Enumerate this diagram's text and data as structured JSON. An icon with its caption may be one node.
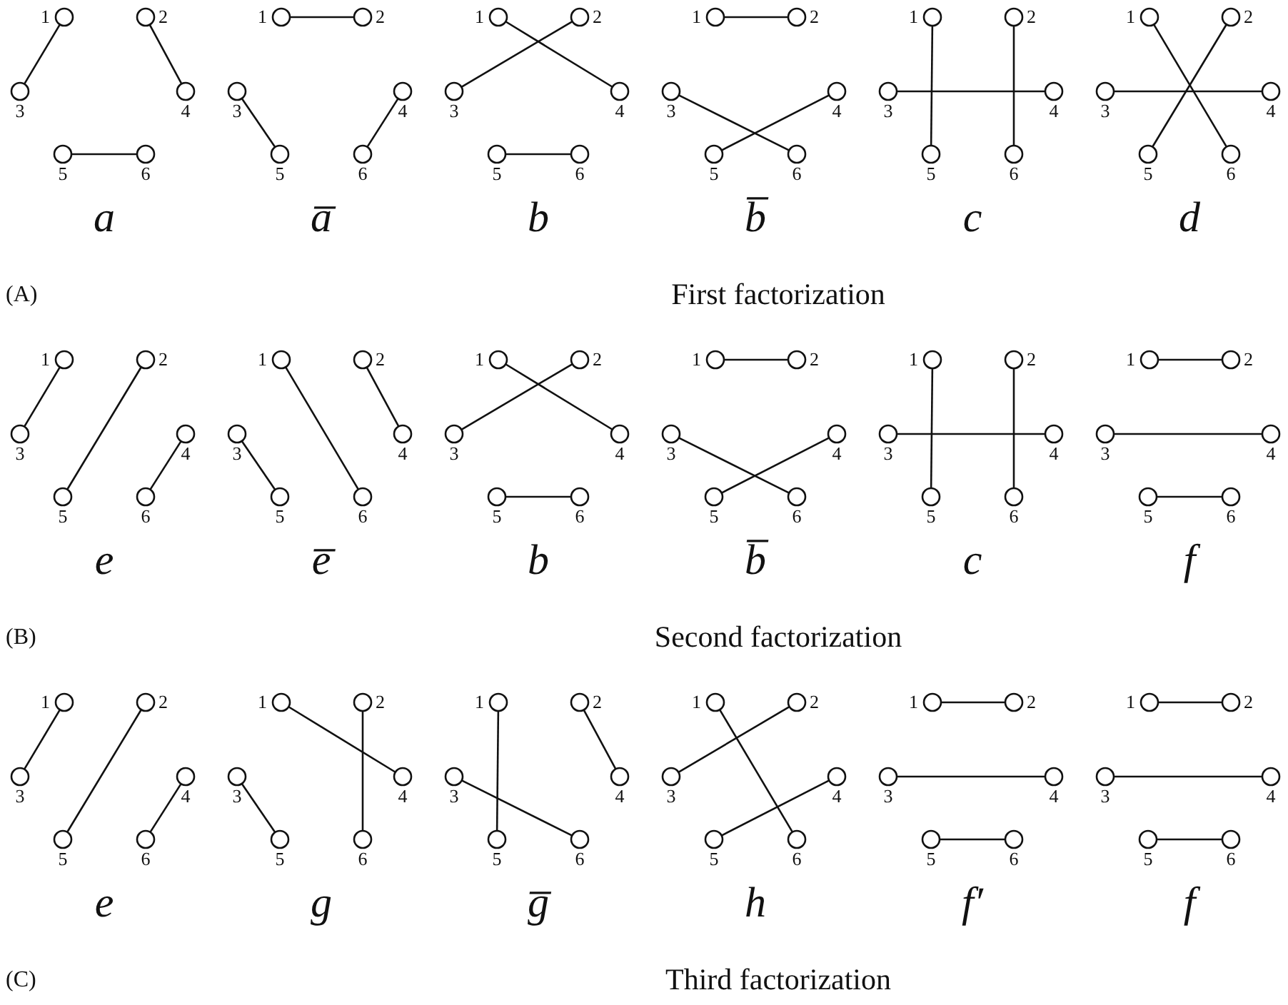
{
  "diagram": {
    "nodes": [
      {
        "text": [
          "1"
        ]
      },
      {
        "text": [
          "2"
        ]
      },
      {
        "text": [
          "3"
        ]
      },
      {
        "text": [
          "4"
        ]
      },
      {
        "text": [
          "5"
        ]
      },
      {
        "text": [
          "6"
        ]
      },
      {
        "text": [
          "1"
        ]
      },
      {
        "text": [
          "2"
        ]
      },
      {
        "text": [
          "3"
        ]
      },
      {
        "text": [
          "4"
        ]
      },
      {
        "text": [
          "5"
        ]
      },
      {
        "text": [
          "6"
        ]
      },
      {
        "text": [
          "1"
        ]
      },
      {
        "text": [
          "2"
        ]
      },
      {
        "text": [
          "3"
        ]
      },
      {
        "text": [
          "4"
        ]
      },
      {
        "text": [
          "5"
        ]
      },
      {
        "text": [
          "6"
        ]
      },
      {
        "text": [
          "1"
        ]
      },
      {
        "text": [
          "2"
        ]
      },
      {
        "text": [
          "3"
        ]
      },
      {
        "text": [
          "4"
        ]
      },
      {
        "text": [
          "5"
        ]
      },
      {
        "text": [
          "6"
        ]
      },
      {
        "text": [
          "1"
        ]
      },
      {
        "text": [
          "2"
        ]
      },
      {
        "text": [
          "3"
        ]
      },
      {
        "text": [
          "4"
        ]
      },
      {
        "text": [
          "5"
        ]
      },
      {
        "text": [
          "6"
        ]
      },
      {
        "text": [
          "1"
        ]
      },
      {
        "text": [
          "2"
        ]
      },
      {
        "text": [
          "3"
        ]
      },
      {
        "text": [
          "4"
        ]
      },
      {
        "text": [
          "5"
        ]
      },
      {
        "text": [
          "6"
        ]
      },
      {
        "text": [
          "1"
        ]
      },
      {
        "text": [
          "2"
        ]
      },
      {
        "text": [
          "3"
        ]
      },
      {
        "text": [
          "4"
        ]
      },
      {
        "text": [
          "5"
        ]
      },
      {
        "text": [
          "6"
        ]
      },
      {
        "text": [
          "1"
        ]
      },
      {
        "text": [
          "2"
        ]
      },
      {
        "text": [
          "3"
        ]
      },
      {
        "text": [
          "4"
        ]
      },
      {
        "text": [
          "5"
        ]
      },
      {
        "text": [
          "6"
        ]
      },
      {
        "text": [
          "1"
        ]
      },
      {
        "text": [
          "2"
        ]
      },
      {
        "text": [
          "3"
        ]
      },
      {
        "text": [
          "4"
        ]
      },
      {
        "text": [
          "5"
        ]
      },
      {
        "text": [
          "6"
        ]
      },
      {
        "text": [
          "1"
        ]
      },
      {
        "text": [
          "2"
        ]
      },
      {
        "text": [
          "3"
        ]
      },
      {
        "text": [
          "4"
        ]
      },
      {
        "text": [
          "5"
        ]
      },
      {
        "text": [
          "6"
        ]
      },
      {
        "text": [
          "1"
        ]
      },
      {
        "text": [
          "2"
        ]
      },
      {
        "text": [
          "3"
        ]
      },
      {
        "text": [
          "4"
        ]
      },
      {
        "text": [
          "5"
        ]
      },
      {
        "text": [
          "6"
        ]
      },
      {
        "text": [
          "1"
        ]
      },
      {
        "text": [
          "2"
        ]
      },
      {
        "text": [
          "3"
        ]
      },
      {
        "text": [
          "4"
        ]
      },
      {
        "text": [
          "5"
        ]
      },
      {
        "text": [
          "6"
        ]
      },
      {
        "text": [
          "1"
        ]
      },
      {
        "text": [
          "2"
        ]
      },
      {
        "text": [
          "3"
        ]
      },
      {
        "text": [
          "4"
        ]
      },
      {
        "text": [
          "5"
        ]
      },
      {
        "text": [
          "6"
        ]
      },
      {
        "text": [
          "1"
        ]
      },
      {
        "text": [
          "2"
        ]
      },
      {
        "text": [
          "3"
        ]
      },
      {
        "text": [
          "4"
        ]
      },
      {
        "text": [
          "5"
        ]
      },
      {
        "text": [
          "6"
        ]
      },
      {
        "text": [
          "1"
        ]
      },
      {
        "text": [
          "2"
        ]
      },
      {
        "text": [
          "3"
        ]
      },
      {
        "text": [
          "4"
        ]
      },
      {
        "text": [
          "5"
        ]
      },
      {
        "text": [
          "6"
        ]
      },
      {
        "text": [
          "1"
        ]
      },
      {
        "text": [
          "2"
        ]
      },
      {
        "text": [
          "3"
        ]
      },
      {
        "text": [
          "4"
        ]
      },
      {
        "text": [
          "5"
        ]
      },
      {
        "text": [
          "6"
        ]
      },
      {
        "text": [
          "1"
        ]
      },
      {
        "text": [
          "2"
        ]
      },
      {
        "text": [
          "3"
        ]
      },
      {
        "text": [
          "4"
        ]
      },
      {
        "text": [
          "5"
        ]
      },
      {
        "text": [
          "6"
        ]
      },
      {
        "text": [
          "1"
        ]
      },
      {
        "text": [
          "2"
        ]
      },
      {
        "text": [
          "3"
        ]
      },
      {
        "text": [
          "4"
        ]
      },
      {
        "text": [
          "5"
        ]
      },
      {
        "text": [
          "6"
        ]
      }
    ],
    "edges": [
      {
        "from": 0,
        "to": 2,
        "arrow": "none"
      },
      {
        "from": 1,
        "to": 3,
        "arrow": "none"
      },
      {
        "from": 4,
        "to": 5,
        "arrow": "none"
      },
      {
        "from": 6,
        "to": 7,
        "arrow": "none"
      },
      {
        "from": 8,
        "to": 10,
        "arrow": "none"
      },
      {
        "from": 9,
        "to": 11,
        "arrow": "none"
      },
      {
        "from": 12,
        "to": 15,
        "arrow": "none"
      },
      {
        "from": 13,
        "to": 14,
        "arrow": "none"
      },
      {
        "from": 16,
        "to": 17,
        "arrow": "none"
      },
      {
        "from": 18,
        "to": 19,
        "arrow": "none"
      },
      {
        "from": 20,
        "to": 23,
        "arrow": "none"
      },
      {
        "from": 21,
        "to": 22,
        "arrow": "none"
      },
      {
        "from": 24,
        "to": 28,
        "arrow": "none"
      },
      {
        "from": 25,
        "to": 29,
        "arrow": "none"
      },
      {
        "from": 26,
        "to": 27,
        "arrow": "none"
      },
      {
        "from": 30,
        "to": 35,
        "arrow": "none"
      },
      {
        "from": 31,
        "to": 34,
        "arrow": "none"
      },
      {
        "from": 32,
        "to": 33,
        "arrow": "none"
      },
      {
        "from": 36,
        "to": 38,
        "arrow": "none"
      },
      {
        "from": 37,
        "to": 40,
        "arrow": "none"
      },
      {
        "from": 39,
        "to": 41,
        "arrow": "none"
      },
      {
        "from": 42,
        "to": 47,
        "arrow": "none"
      },
      {
        "from": 43,
        "to": 45,
        "arrow": "none"
      },
      {
        "from": 44,
        "to": 46,
        "arrow": "none"
      },
      {
        "from": 48,
        "to": 51,
        "arrow": "none"
      },
      {
        "from": 49,
        "to": 50,
        "arrow": "none"
      },
      {
        "from": 52,
        "to": 53,
        "arrow": "none"
      },
      {
        "from": 54,
        "to": 55,
        "arrow": "none"
      },
      {
        "from": 56,
        "to": 59,
        "arrow": "none"
      },
      {
        "from": 57,
        "to": 58,
        "arrow": "none"
      },
      {
        "from": 60,
        "to": 64,
        "arrow": "none"
      },
      {
        "from": 61,
        "to": 65,
        "arrow": "none"
      },
      {
        "from": 62,
        "to": 63,
        "arrow": "none"
      },
      {
        "from": 66,
        "to": 67,
        "arrow": "none"
      },
      {
        "from": 68,
        "to": 69,
        "arrow": "none"
      },
      {
        "from": 70,
        "to": 71,
        "arrow": "none"
      },
      {
        "from": 72,
        "to": 74,
        "arrow": "none"
      },
      {
        "from": 73,
        "to": 76,
        "arrow": "none"
      },
      {
        "from": 75,
        "to": 77,
        "arrow": "none"
      },
      {
        "from": 78,
        "to": 81,
        "arrow": "none"
      },
      {
        "from": 79,
        "to": 83,
        "arrow": "none"
      },
      {
        "from": 80,
        "to": 82,
        "arrow": "none"
      },
      {
        "from": 84,
        "to": 88,
        "arrow": "none"
      },
      {
        "from": 85,
        "to": 87,
        "arrow": "none"
      },
      {
        "from": 86,
        "to": 89,
        "arrow": "none"
      },
      {
        "from": 90,
        "to": 95,
        "arrow": "none"
      },
      {
        "from": 91,
        "to": 92,
        "arrow": "none"
      },
      {
        "from": 93,
        "to": 94,
        "arrow": "none"
      },
      {
        "from": 96,
        "to": 97,
        "arrow": "none"
      },
      {
        "from": 98,
        "to": 99,
        "arrow": "none"
      },
      {
        "from": 100,
        "to": 101,
        "arrow": "none"
      },
      {
        "from": 102,
        "to": 103,
        "arrow": "none"
      },
      {
        "from": 104,
        "to": 105,
        "arrow": "none"
      },
      {
        "from": 106,
        "to": 107,
        "arrow": "none"
      }
    ],
    "labels": [
      "a",
      "a̅",
      "b",
      "b̅",
      "c",
      "d",
      "(A)",
      "First factorization",
      "e",
      "e̅",
      "b",
      "b̅",
      "c",
      "f",
      "(B)",
      "Second factorization",
      "e",
      "g",
      "g̅",
      "h",
      "f′",
      "f",
      "(C)",
      "Third factorization"
    ]
  }
}
